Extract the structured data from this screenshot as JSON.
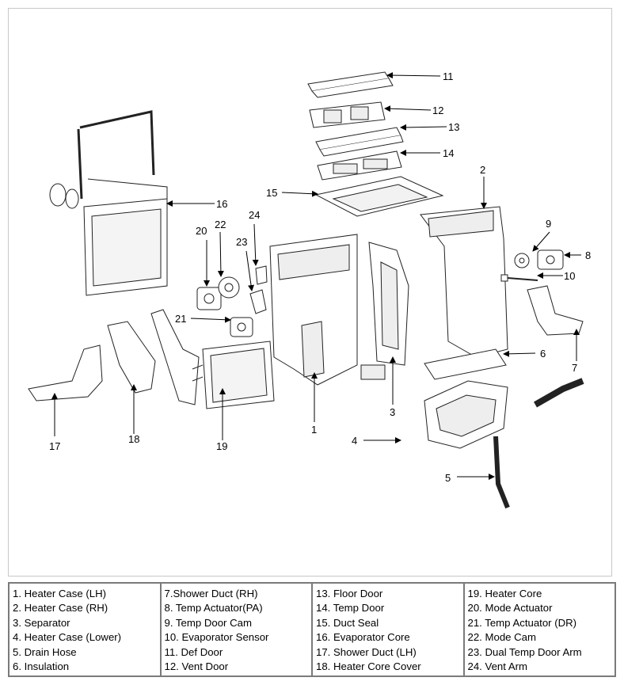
{
  "callouts": [
    "1",
    "2",
    "3",
    "4",
    "5",
    "6",
    "7",
    "8",
    "9",
    "10",
    "11",
    "12",
    "13",
    "14",
    "15",
    "16",
    "17",
    "18",
    "19",
    "20",
    "21",
    "22",
    "23",
    "24"
  ],
  "legend": {
    "columns": [
      [
        "1. Heater Case (LH)",
        "2. Heater Case (RH)",
        "3. Separator",
        "4. Heater Case (Lower)",
        "5. Drain Hose",
        "6. Insulation"
      ],
      [
        "7.Shower Duct (RH)",
        "8. Temp Actuator(PA)",
        "9. Temp Door Cam",
        "10. Evaporator Sensor",
        "11. Def Door",
        "12. Vent Door"
      ],
      [
        "13. Floor Door",
        "14. Temp Door",
        "15. Duct Seal",
        "16. Evaporator Core",
        "17. Shower Duct (LH)",
        "18. Heater Core Cover"
      ],
      [
        "19. Heater Core",
        "20. Mode Actuator",
        "21. Temp Actuator (DR)",
        "22. Mode Cam",
        "23. Dual Temp Door Arm",
        "24. Vent Arm"
      ]
    ]
  }
}
